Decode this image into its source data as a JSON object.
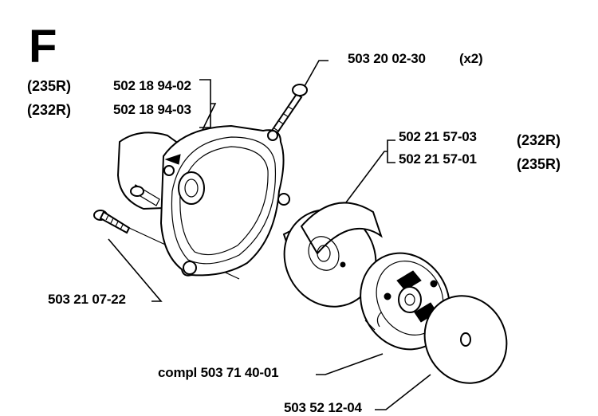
{
  "section_letter": "F",
  "parts": {
    "screw_top": "503 20 02-30",
    "screw_top_qty": "(x2)",
    "housing_235r": "502 18 94-02",
    "housing_232r": "502 18 94-03",
    "drum_232r": "502 21 57-03",
    "drum_235r": "502 21 57-01",
    "screw_left": "503 21 07-22",
    "clutch": "compl 503 71 40-01",
    "washer": "503 52 12-04"
  },
  "models": {
    "m235r": "(235R)",
    "m232r": "(232R)"
  }
}
